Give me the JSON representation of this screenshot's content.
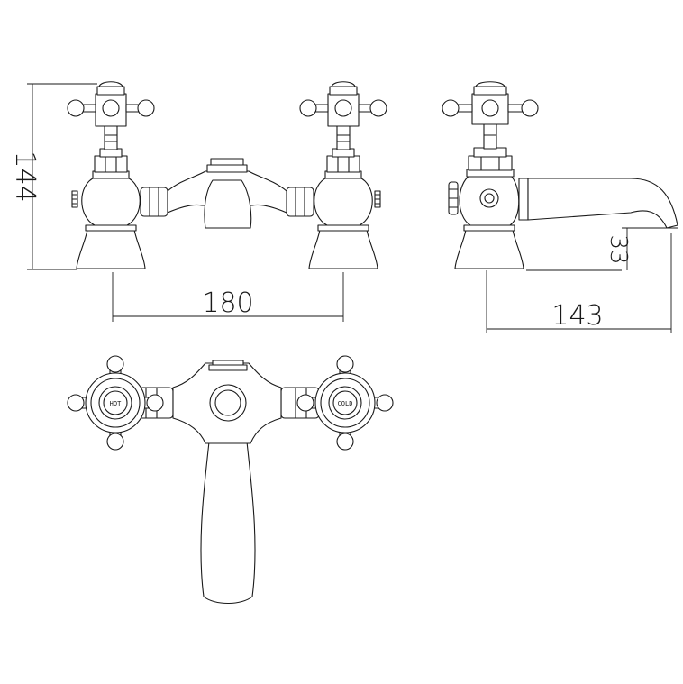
{
  "dimensions": {
    "height": "144",
    "width": "180",
    "depth": "143",
    "spout_height": "33"
  },
  "handle_labels": {
    "hot": "HOT",
    "cold": "COLD"
  },
  "colors": {
    "line": "#1a1a1a",
    "background": "#ffffff"
  }
}
